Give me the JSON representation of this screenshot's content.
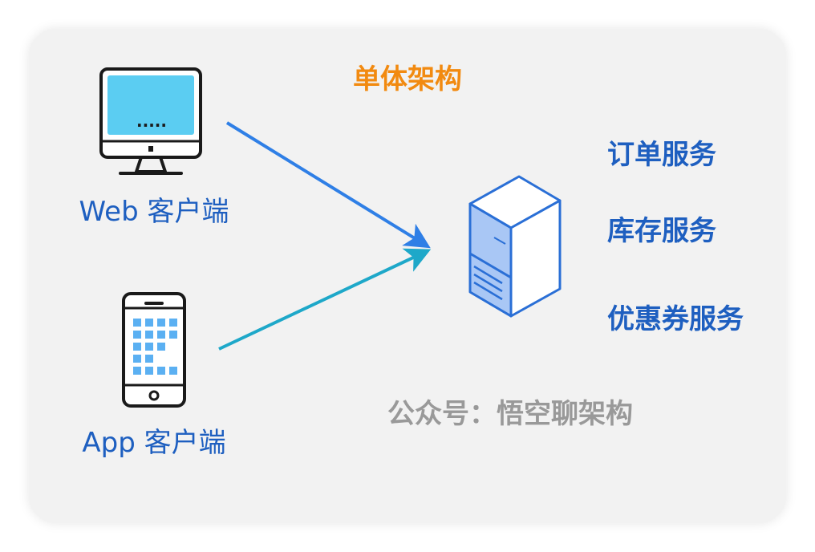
{
  "title": "单体架构",
  "clients": [
    {
      "id": "web",
      "label": "Web 客户端",
      "screen_dots": "....."
    },
    {
      "id": "app",
      "label": "App 客户端"
    }
  ],
  "services": [
    "订单服务",
    "库存服务",
    "优惠券服务"
  ],
  "watermark": "公众号：悟空聊架构",
  "colors": {
    "title": "#f28a10",
    "label": "#1e5fc0",
    "watermark": "#999999",
    "card_background": "#f2f2f2",
    "arrow_web": "#2f7fe6",
    "arrow_app": "#1ea8c9",
    "monitor_screen": "#5bcdf2",
    "phone_tiles": "#5bb0f2",
    "server_front": "#a9c7f5",
    "server_outline": "#2a6fd6"
  },
  "icons": [
    "desktop-monitor-icon",
    "smartphone-icon",
    "server-icon"
  ]
}
